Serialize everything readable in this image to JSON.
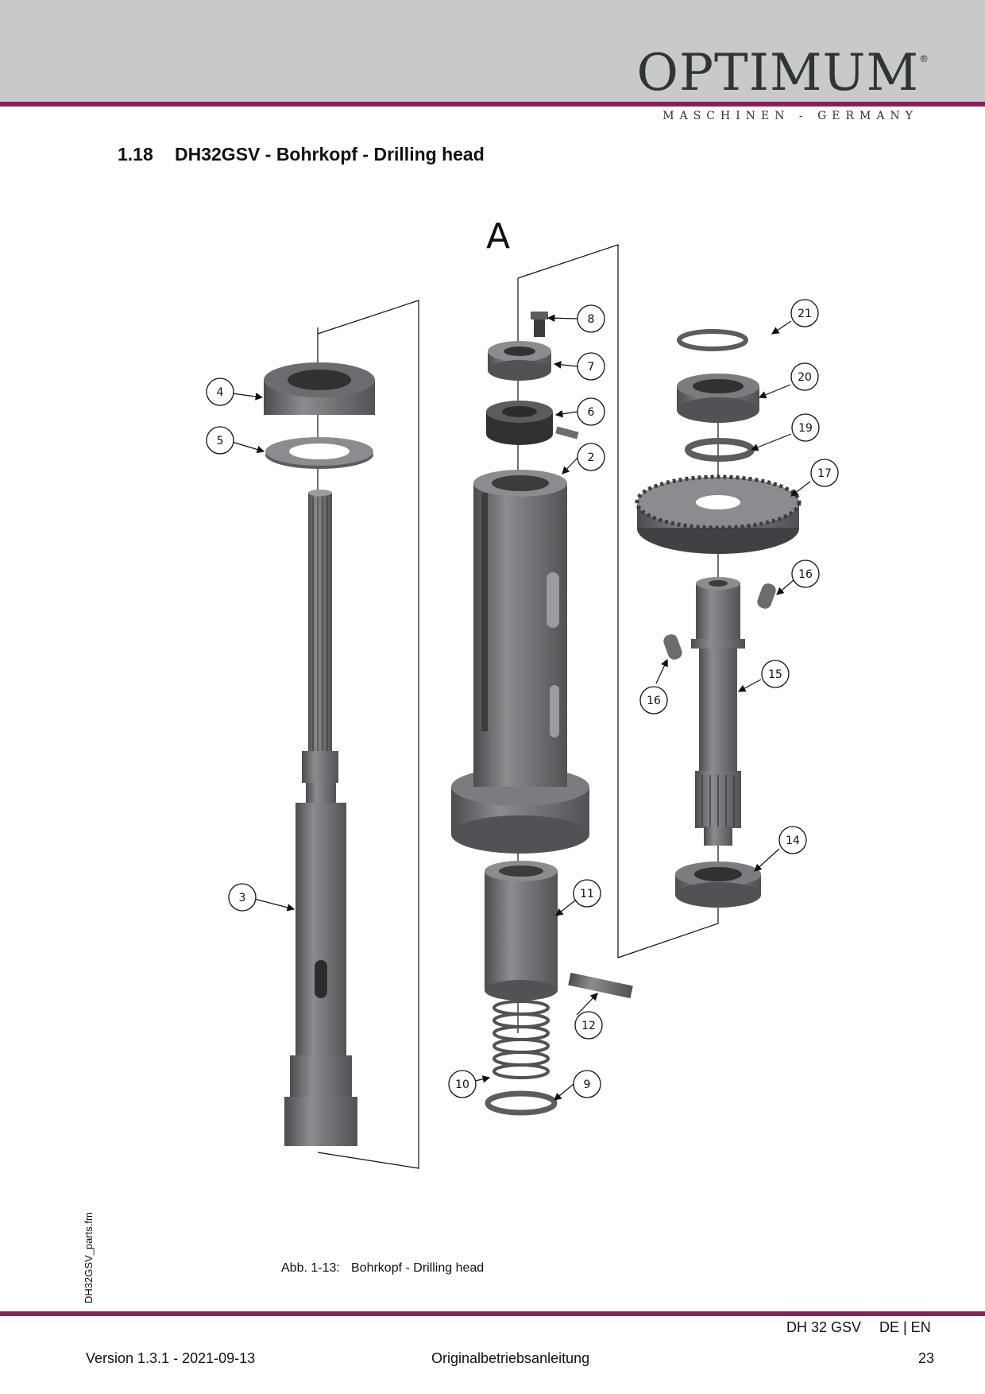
{
  "header": {
    "logo": "OPTIMUM",
    "logo_mark": "®",
    "logo_subtitle": "MASCHINEN - GERMANY"
  },
  "section": {
    "number": "1.18",
    "title": "DH32GSV - Bohrkopf - Drilling head"
  },
  "figure": {
    "view_label": "A",
    "callouts": [
      "2",
      "3",
      "4",
      "5",
      "6",
      "7",
      "8",
      "9",
      "10",
      "11",
      "12",
      "14",
      "15",
      "16",
      "16",
      "17",
      "19",
      "20",
      "21"
    ],
    "caption_number": "Abb. 1-13:",
    "caption_text": "Bohrkopf - Drilling head"
  },
  "side_text": "DH32GSV_parts.fm",
  "footer": {
    "model": "DH 32 GSV",
    "languages": "DE | EN",
    "version": "Version 1.3.1 - 2021-09-13",
    "document_type": "Originalbetriebsanleitung",
    "page_number": "23"
  },
  "colors": {
    "accent": "#8a1f5a",
    "header_band": "#c8c9cb",
    "part_gray": "#6e7073"
  }
}
